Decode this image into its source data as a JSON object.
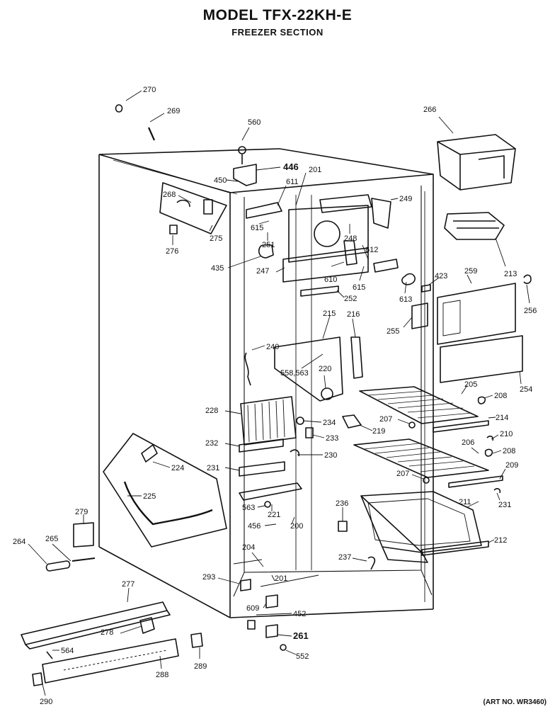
{
  "header": {
    "title": "MODEL TFX-22KH-E",
    "subtitle": "FREEZER SECTION"
  },
  "footer": {
    "art_no": "(ART NO. WR3460)"
  },
  "parts": [
    {
      "id": "p270",
      "label": "270"
    },
    {
      "id": "p269",
      "label": "269"
    },
    {
      "id": "p560",
      "label": "560"
    },
    {
      "id": "p266",
      "label": "266"
    },
    {
      "id": "p446",
      "label": "446"
    },
    {
      "id": "p201a",
      "label": "201"
    },
    {
      "id": "p450",
      "label": "450"
    },
    {
      "id": "p611",
      "label": "611"
    },
    {
      "id": "p268",
      "label": "268"
    },
    {
      "id": "p249",
      "label": "249"
    },
    {
      "id": "p615a",
      "label": "615"
    },
    {
      "id": "p275",
      "label": "275"
    },
    {
      "id": "p248",
      "label": "248"
    },
    {
      "id": "p276",
      "label": "276"
    },
    {
      "id": "p251",
      "label": "251"
    },
    {
      "id": "p612",
      "label": "612"
    },
    {
      "id": "p213",
      "label": "213"
    },
    {
      "id": "p435",
      "label": "435"
    },
    {
      "id": "p247",
      "label": "247"
    },
    {
      "id": "p610",
      "label": "610"
    },
    {
      "id": "p423",
      "label": "423"
    },
    {
      "id": "p259",
      "label": "259"
    },
    {
      "id": "p615b",
      "label": "615"
    },
    {
      "id": "p252",
      "label": "252"
    },
    {
      "id": "p613",
      "label": "613"
    },
    {
      "id": "p256",
      "label": "256"
    },
    {
      "id": "p215",
      "label": "215"
    },
    {
      "id": "p216",
      "label": "216"
    },
    {
      "id": "p255",
      "label": "255"
    },
    {
      "id": "p240",
      "label": "240"
    },
    {
      "id": "p558",
      "label": "558,563"
    },
    {
      "id": "p220",
      "label": "220"
    },
    {
      "id": "p254",
      "label": "254"
    },
    {
      "id": "p205",
      "label": "205"
    },
    {
      "id": "p208a",
      "label": "208"
    },
    {
      "id": "p228",
      "label": "228"
    },
    {
      "id": "p234",
      "label": "234"
    },
    {
      "id": "p207a",
      "label": "207"
    },
    {
      "id": "p214",
      "label": "214"
    },
    {
      "id": "p219",
      "label": "219"
    },
    {
      "id": "p233",
      "label": "233"
    },
    {
      "id": "p210",
      "label": "210"
    },
    {
      "id": "p232",
      "label": "232"
    },
    {
      "id": "p206",
      "label": "206"
    },
    {
      "id": "p208b",
      "label": "208"
    },
    {
      "id": "p230",
      "label": "230"
    },
    {
      "id": "p224",
      "label": "224"
    },
    {
      "id": "p231a",
      "label": "231"
    },
    {
      "id": "p209",
      "label": "209"
    },
    {
      "id": "p207b",
      "label": "207"
    },
    {
      "id": "p225",
      "label": "225"
    },
    {
      "id": "p211",
      "label": "211"
    },
    {
      "id": "p231b",
      "label": "231"
    },
    {
      "id": "p563",
      "label": "563"
    },
    {
      "id": "p221",
      "label": "221"
    },
    {
      "id": "p236",
      "label": "236"
    },
    {
      "id": "p279",
      "label": "279"
    },
    {
      "id": "p456",
      "label": "456"
    },
    {
      "id": "p200",
      "label": "200"
    },
    {
      "id": "p212",
      "label": "212"
    },
    {
      "id": "p264",
      "label": "264"
    },
    {
      "id": "p265",
      "label": "265"
    },
    {
      "id": "p204",
      "label": "204"
    },
    {
      "id": "p237",
      "label": "237"
    },
    {
      "id": "p293",
      "label": "293"
    },
    {
      "id": "p201b",
      "label": "201"
    },
    {
      "id": "p277",
      "label": "277"
    },
    {
      "id": "p609",
      "label": "609"
    },
    {
      "id": "p452",
      "label": "452"
    },
    {
      "id": "p278",
      "label": "278"
    },
    {
      "id": "p261",
      "label": "261"
    },
    {
      "id": "p564",
      "label": "564"
    },
    {
      "id": "p289",
      "label": "289"
    },
    {
      "id": "p552",
      "label": "552"
    },
    {
      "id": "p288",
      "label": "288"
    },
    {
      "id": "p290",
      "label": "290"
    }
  ]
}
